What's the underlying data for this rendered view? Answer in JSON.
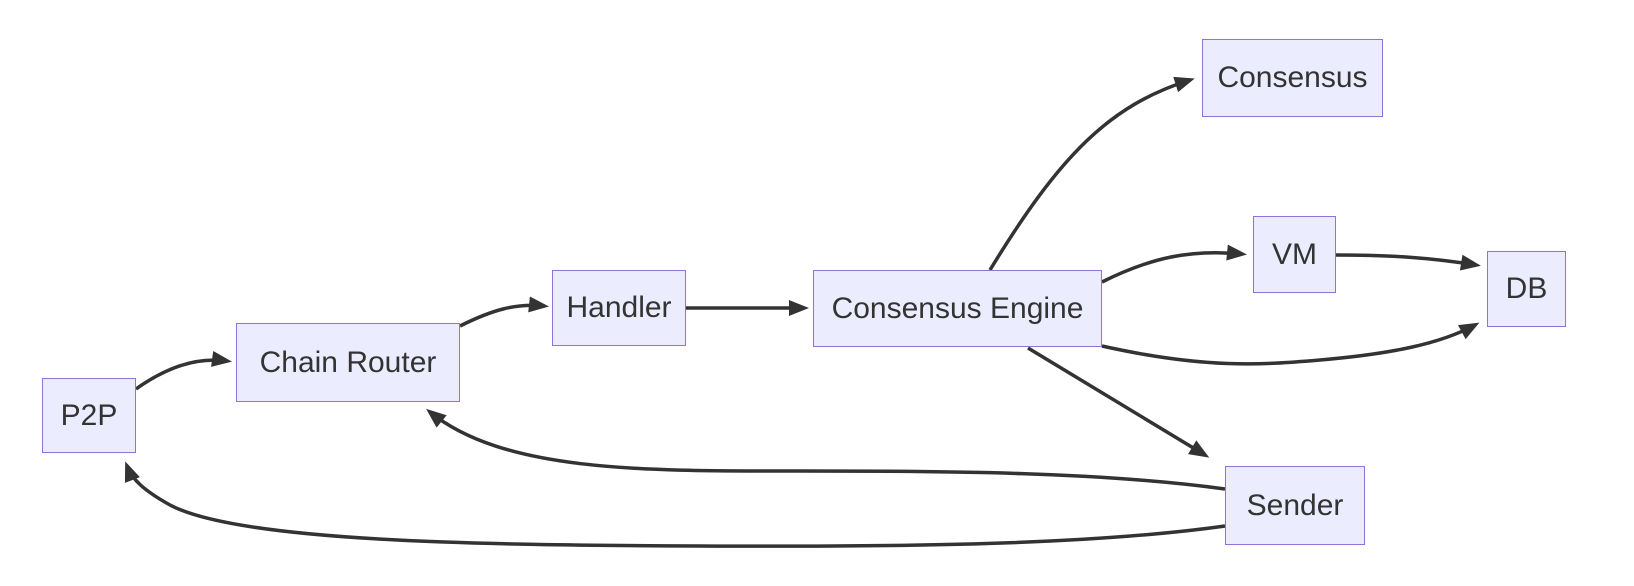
{
  "diagram": {
    "type": "flowchart",
    "direction": "left-to-right",
    "colors": {
      "background": "#ffffff",
      "node_fill": "#ECECFF",
      "node_border": "#9370DB",
      "edge_color": "#333333",
      "text_color": "#333333"
    },
    "nodes": [
      {
        "id": "p2p",
        "label": "P2P"
      },
      {
        "id": "chain_router",
        "label": "Chain Router"
      },
      {
        "id": "handler",
        "label": "Handler"
      },
      {
        "id": "consensus_engine",
        "label": "Consensus Engine"
      },
      {
        "id": "consensus",
        "label": "Consensus"
      },
      {
        "id": "vm",
        "label": "VM"
      },
      {
        "id": "db",
        "label": "DB"
      },
      {
        "id": "sender",
        "label": "Sender"
      }
    ],
    "edges": [
      {
        "from": "P2P",
        "to": "Chain Router"
      },
      {
        "from": "Chain Router",
        "to": "Handler"
      },
      {
        "from": "Handler",
        "to": "Consensus Engine"
      },
      {
        "from": "Consensus Engine",
        "to": "Consensus"
      },
      {
        "from": "Consensus Engine",
        "to": "VM"
      },
      {
        "from": "VM",
        "to": "DB"
      },
      {
        "from": "Consensus Engine",
        "to": "DB"
      },
      {
        "from": "Consensus Engine",
        "to": "Sender"
      },
      {
        "from": "Sender",
        "to": "Chain Router"
      },
      {
        "from": "Sender",
        "to": "P2P"
      }
    ]
  }
}
